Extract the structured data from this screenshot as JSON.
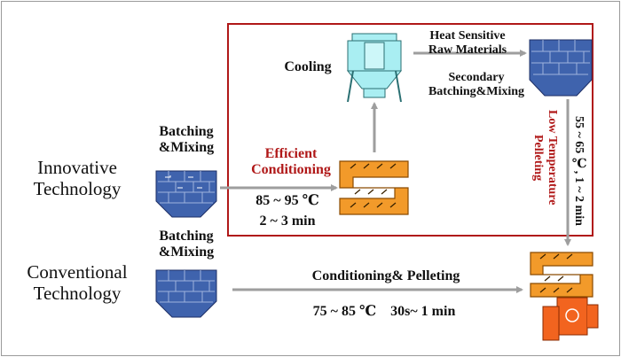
{
  "left": {
    "innovative": "Innovative\nTechnology",
    "conventional": "Conventional\nTechnology"
  },
  "batching_top": "Batching\n&Mixing",
  "batching_bottom": "Batching\n&Mixing",
  "efficient": "Efficient\nConditioning",
  "temp_efficient": "85 ~ 95 ℃",
  "time_efficient": "2 ~ 3 min",
  "cooling": "Cooling",
  "heat_sensitive": "Heat Sensitive\nRaw Materials",
  "secondary": "Secondary\nBatching&Mixing",
  "low_temp": "Low Temperature\nPelleting",
  "low_temp_values": "55 ~ 65 ℃, 1 ~ 2 min",
  "conventional_process": "Conditioning& Pelleting",
  "conventional_values": "75 ~ 85 ℃    30s~ 1 min",
  "colors": {
    "hopper": "#3f63ad",
    "conditioner": "#f29a2a",
    "cooler": "#a9eef2",
    "pellet_mill": "#f2641f",
    "arrow": "#9e9e9e",
    "box": "#b01818"
  }
}
